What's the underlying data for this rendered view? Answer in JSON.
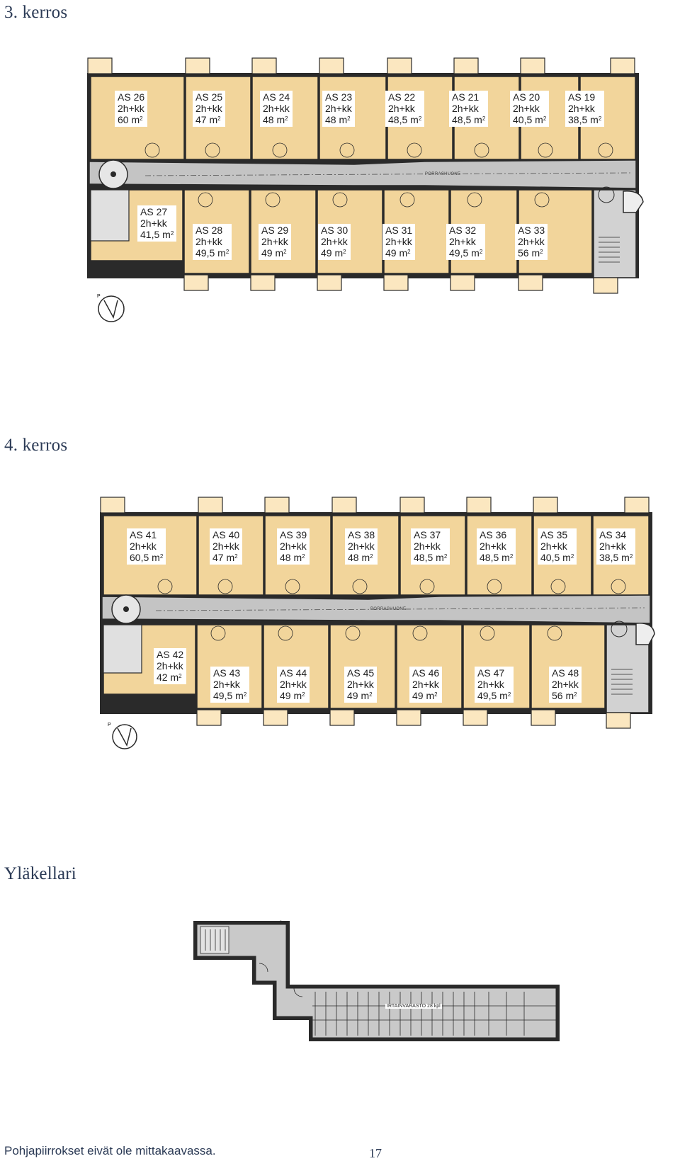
{
  "floors": [
    {
      "title": "3. kerros",
      "corridor_label": "PORRASHUONE",
      "top_units": [
        {
          "id": "AS 26",
          "type": "2h+kk",
          "area": "60 m",
          "unit": "2"
        },
        {
          "id": "AS 25",
          "type": "2h+kk",
          "area": "47 m",
          "unit": "2"
        },
        {
          "id": "AS 24",
          "type": "2h+kk",
          "area": "48 m",
          "unit": "2"
        },
        {
          "id": "AS 23",
          "type": "2h+kk",
          "area": "48 m",
          "unit": "2"
        },
        {
          "id": "AS 22",
          "type": "2h+kk",
          "area": "48,5 m",
          "unit": "2"
        },
        {
          "id": "AS 21",
          "type": "2h+kk",
          "area": "48,5 m",
          "unit": "2"
        },
        {
          "id": "AS 20",
          "type": "2h+kk",
          "area": "40,5 m",
          "unit": "2"
        },
        {
          "id": "AS 19",
          "type": "2h+kk",
          "area": "38,5 m",
          "unit": "2"
        }
      ],
      "bottom_units": [
        {
          "id": "AS 27",
          "type": "2h+kk",
          "area": "41,5 m",
          "unit": "2"
        },
        {
          "id": "AS 28",
          "type": "2h+kk",
          "area": "49,5 m",
          "unit": "2"
        },
        {
          "id": "AS 29",
          "type": "2h+kk",
          "area": "49 m",
          "unit": "2"
        },
        {
          "id": "AS 30",
          "type": "2h+kk",
          "area": "49 m",
          "unit": "2"
        },
        {
          "id": "AS 31",
          "type": "2h+kk",
          "area": "49 m",
          "unit": "2"
        },
        {
          "id": "AS 32",
          "type": "2h+kk",
          "area": "49,5 m",
          "unit": "2"
        },
        {
          "id": "AS 33",
          "type": "2h+kk",
          "area": "56 m",
          "unit": "2"
        }
      ]
    },
    {
      "title": "4. kerros",
      "corridor_label": "PORRASHUONE",
      "top_units": [
        {
          "id": "AS 41",
          "type": "2h+kk",
          "area": "60,5 m",
          "unit": "2"
        },
        {
          "id": "AS 40",
          "type": "2h+kk",
          "area": "47 m",
          "unit": "2"
        },
        {
          "id": "AS 39",
          "type": "2h+kk",
          "area": "48 m",
          "unit": "2"
        },
        {
          "id": "AS 38",
          "type": "2h+kk",
          "area": "48 m",
          "unit": "2"
        },
        {
          "id": "AS 37",
          "type": "2h+kk",
          "area": "48,5 m",
          "unit": "2"
        },
        {
          "id": "AS 36",
          "type": "2h+kk",
          "area": "48,5 m",
          "unit": "2"
        },
        {
          "id": "AS 35",
          "type": "2h+kk",
          "area": "40,5 m",
          "unit": "2"
        },
        {
          "id": "AS 34",
          "type": "2h+kk",
          "area": "38,5 m",
          "unit": "2"
        }
      ],
      "bottom_units": [
        {
          "id": "AS 42",
          "type": "2h+kk",
          "area": "42 m",
          "unit": "2"
        },
        {
          "id": "AS 43",
          "type": "2h+kk",
          "area": "49,5 m",
          "unit": "2"
        },
        {
          "id": "AS 44",
          "type": "2h+kk",
          "area": "49 m",
          "unit": "2"
        },
        {
          "id": "AS 45",
          "type": "2h+kk",
          "area": "49 m",
          "unit": "2"
        },
        {
          "id": "AS 46",
          "type": "2h+kk",
          "area": "49 m",
          "unit": "2"
        },
        {
          "id": "AS 47",
          "type": "2h+kk",
          "area": "49,5 m",
          "unit": "2"
        },
        {
          "id": "AS 48",
          "type": "2h+kk",
          "area": "56 m",
          "unit": "2"
        }
      ]
    }
  ],
  "basement": {
    "title": "Yläkellari",
    "storage_label": "IRTAINVARASTO 28 kpl"
  },
  "footer_note": "Pohjapiirrokset eivät ole mittakaavassa.",
  "page_number": "17",
  "colors": {
    "apartment": "#f2d59b",
    "corridor": "#c4c4c4",
    "wall": "#2a2a2a",
    "balcony": "#fbe7c0",
    "title": "#2b3a55"
  },
  "icons": [
    "compass-north-icon",
    "spiral-stair-icon",
    "stairwell-icon"
  ]
}
